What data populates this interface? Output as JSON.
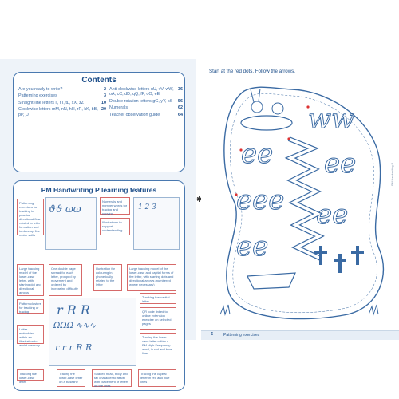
{
  "contents": {
    "title": "Contents",
    "left": [
      {
        "label": "Are you ready to write?",
        "page": "2"
      },
      {
        "label": "Patterning exercises",
        "page": "3"
      },
      {
        "label": "Straight-line letters il, rT, tL, xX, zZ",
        "page": "10"
      },
      {
        "label": "Clockwise letters mM, nN, hH, rR, kK, bB, pP, jJ",
        "page": "20"
      }
    ],
    "right": [
      {
        "label": "Anti-clockwise letters uU, vV, wW, oA, cC, dD, qQ, fF, oO, eE",
        "page": "36"
      },
      {
        "label": "Double rotation letters gG, yY, sS",
        "page": "56"
      },
      {
        "label": "Numerals",
        "page": "62"
      },
      {
        "label": "Teacher observation guide",
        "page": "64"
      }
    ]
  },
  "features": {
    "title": "PM Handwriting P learning features",
    "callouts": [
      "Patterning exercises for tracking to practise directional flow related to letter formation and to develop fine motor skills",
      "Numerals and number words for tracing and copying",
      "Illustrations to support understanding",
      "Large tracking model of the lower-case letter, with starting dot and directional arrows",
      "One double page spread for each letter, grouped by movement and ordered by increasing difficulty",
      "Illustration for colouring in, phonetically related to the letter",
      "Large tracking model of the lower-case and capital forms of the letter, with starting dots and directional arrows (numbered where necessary)",
      "Tracking the capital letter",
      "Pattern clusters for tracking or tracing",
      "QR code linked to online extension exercise on selected pages",
      "Letter embedded within an illustration to assist memory",
      "Tracing the lower-case letter within a PM High Frequency word, in red and blue lines",
      "Tracking the lower-case letter",
      "Tracing the lower-case letter on a baseline",
      "Shaded head, body and tail character to assist with placement of letters on the lines",
      "Tracing the capital letter in red and blue lines"
    ]
  },
  "right_page": {
    "instruction": "Start at the red dots. Follow the arrows.",
    "page_number": "6",
    "footer_label": "Patterning exercises",
    "side_label": "PM Handwriting P"
  }
}
